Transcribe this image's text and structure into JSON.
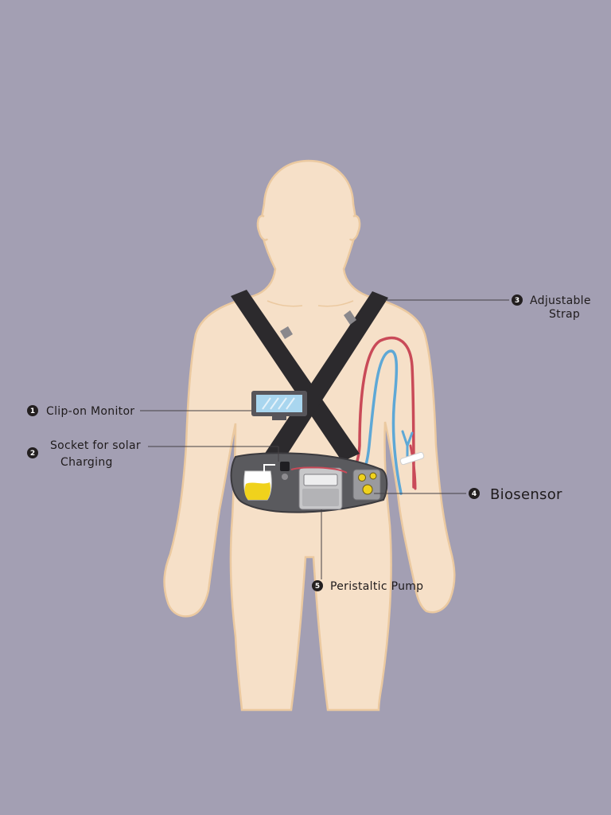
{
  "colors": {
    "background": "#a39fb3",
    "skin": "#f6e0c8",
    "skin_outline": "#ebc9a0",
    "strap": "#2c2a2d",
    "belt": "#5a5a5e",
    "monitor_screen": "#a9d6ef",
    "red_tube": "#c94a58",
    "blue_tube": "#5ea8d6",
    "fluid": "#f0d21c"
  },
  "callouts": [
    {
      "number": "1",
      "lines": [
        "Clip-on Monitor"
      ]
    },
    {
      "number": "2",
      "lines": [
        "Socket for solar",
        "Charging"
      ]
    },
    {
      "number": "3",
      "lines": [
        "Adjustable",
        "Strap"
      ]
    },
    {
      "number": "4",
      "lines": [
        "Biosensor"
      ]
    },
    {
      "number": "5",
      "lines": [
        "Peristaltic Pump"
      ]
    }
  ]
}
